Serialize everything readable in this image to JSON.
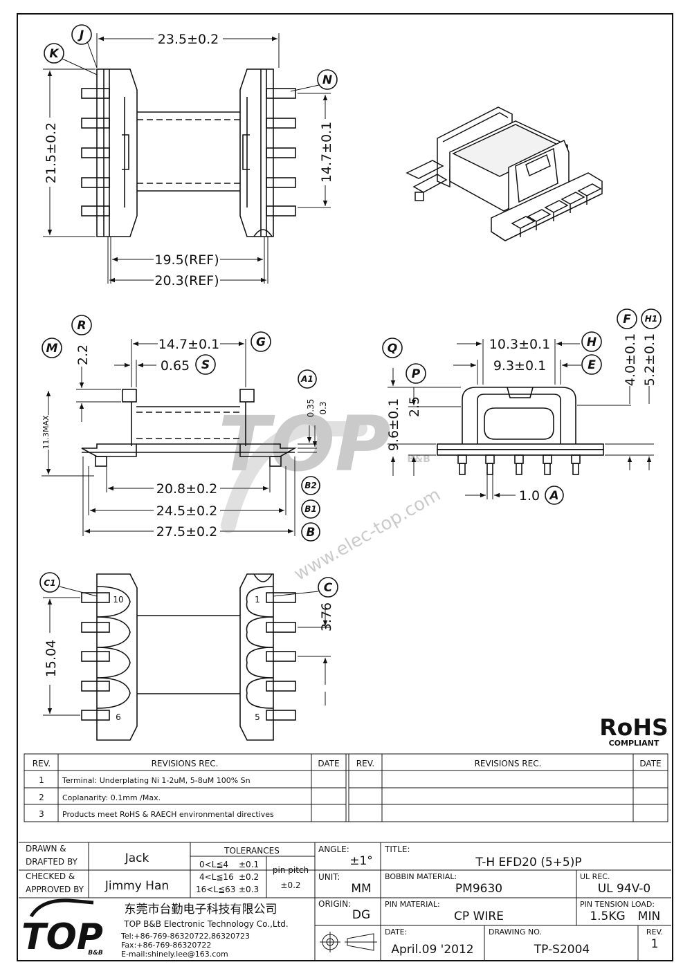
{
  "views": {
    "top": {
      "bubbles": {
        "j": "J",
        "k": "K",
        "n": "N"
      },
      "dims": {
        "width": "23.5±0.2",
        "height": "21.5±0.2",
        "pin_span": "14.7±0.1",
        "ref1": "19.5(REF)",
        "ref2": "20.3(REF)"
      }
    },
    "side": {
      "bubbles": {
        "r": "R",
        "m": "M",
        "g": "G",
        "s": "S",
        "a1": "A1",
        "b2": "B2",
        "b1": "B1",
        "b": "B"
      },
      "dims": {
        "h22": "2.2",
        "w147": "14.7±0.1",
        "w065": "0.65",
        "max113": "11.3MAX",
        "t035": "0.35",
        "t03": "0.3",
        "w208": "20.8±0.2",
        "w245": "24.5±0.2",
        "w275": "27.5±0.2"
      }
    },
    "end": {
      "bubbles": {
        "q": "Q",
        "p": "P",
        "h": "H",
        "e": "E",
        "f": "F",
        "h1": "H1",
        "a": "A"
      },
      "dims": {
        "w103": "10.3±0.1",
        "w93": "9.3±0.1",
        "h96": "9.6±0.1",
        "h25": "2.5",
        "h40": "4.0±0.1",
        "h52": "5.2±0.1",
        "p10": "1.0"
      }
    },
    "bottom": {
      "bubbles": {
        "c1": "C1",
        "c": "C"
      },
      "dims": {
        "h1504": "15.04",
        "p376": "3.76"
      },
      "pins": {
        "p10": "10",
        "p1": "1",
        "p6": "6",
        "p5": "5"
      }
    }
  },
  "watermark": {
    "logo": "TOP",
    "sub": "B&B",
    "url": "www.elec-top.com"
  },
  "rohs": {
    "title": "RoHS",
    "sub": "COMPLIANT"
  },
  "revisions": {
    "headers": {
      "rev": "REV.",
      "rec": "REVISIONS  REC.",
      "date": "DATE"
    },
    "rows": [
      {
        "rev": "1",
        "text": "Terminal: Underplating Ni 1-2uM, 5-8uM 100% Sn"
      },
      {
        "rev": "2",
        "text": "Coplanarity: 0.1mm /Max."
      },
      {
        "rev": "3",
        "text": "Products meet RoHS & RAECH environmental directives"
      }
    ]
  },
  "title_block": {
    "drawn_label_1": "DRAWN &",
    "drawn_label_2": "DRAFTED BY",
    "drawn_value": "Jack",
    "checked_label_1": "CHECKED &",
    "checked_label_2": "APPROVED BY",
    "checked_value": "Jimmy Han",
    "tolerances_label": "TOLERANCES",
    "tol_rows": [
      {
        "range": "0<L≦4",
        "val": "±0.1"
      },
      {
        "range": "4<L≦16",
        "val": "±0.2"
      },
      {
        "range": "16<L≦63",
        "val": "±0.3"
      }
    ],
    "pin_pitch_label": "pin pitch",
    "pin_pitch_value": "±0.2",
    "angle_label": "ANGLE:",
    "angle_value": "±1°",
    "unit_label": "UNIT:",
    "unit_value": "MM",
    "origin_label": "ORIGIN:",
    "origin_value": "DG",
    "title_label": "TITLE:",
    "title_value": "T-H EFD20 (5+5)P",
    "bobbin_label": "BOBBIN MATERIAL:",
    "bobbin_value": "PM9630",
    "ul_label": "UL REC.",
    "ul_value": "UL 94V-0",
    "pin_mat_label": "PIN MATERIAL:",
    "pin_mat_value": "CP WIRE",
    "tension_label": "PIN TENSION LOAD:",
    "tension_value": "1.5KG",
    "tension_min": "MIN",
    "date_label": "DATE:",
    "date_value": "April.09 '2012",
    "dwg_label": "DRAWING NO.",
    "dwg_value": "TP-S2004",
    "rev_label": "REV.",
    "rev_value": "1",
    "company_cn": "东莞市台勤电子科技有限公司",
    "company_en": "TOP B&B Electronic Technology Co.,Ltd.",
    "tel": "Tel:+86-769-86320722,86320723",
    "fax": "Fax:+86-769-86320722",
    "email": "E-mail:shinely.lee@163.com",
    "logo_text": "TOP",
    "logo_sub": "B&B"
  }
}
